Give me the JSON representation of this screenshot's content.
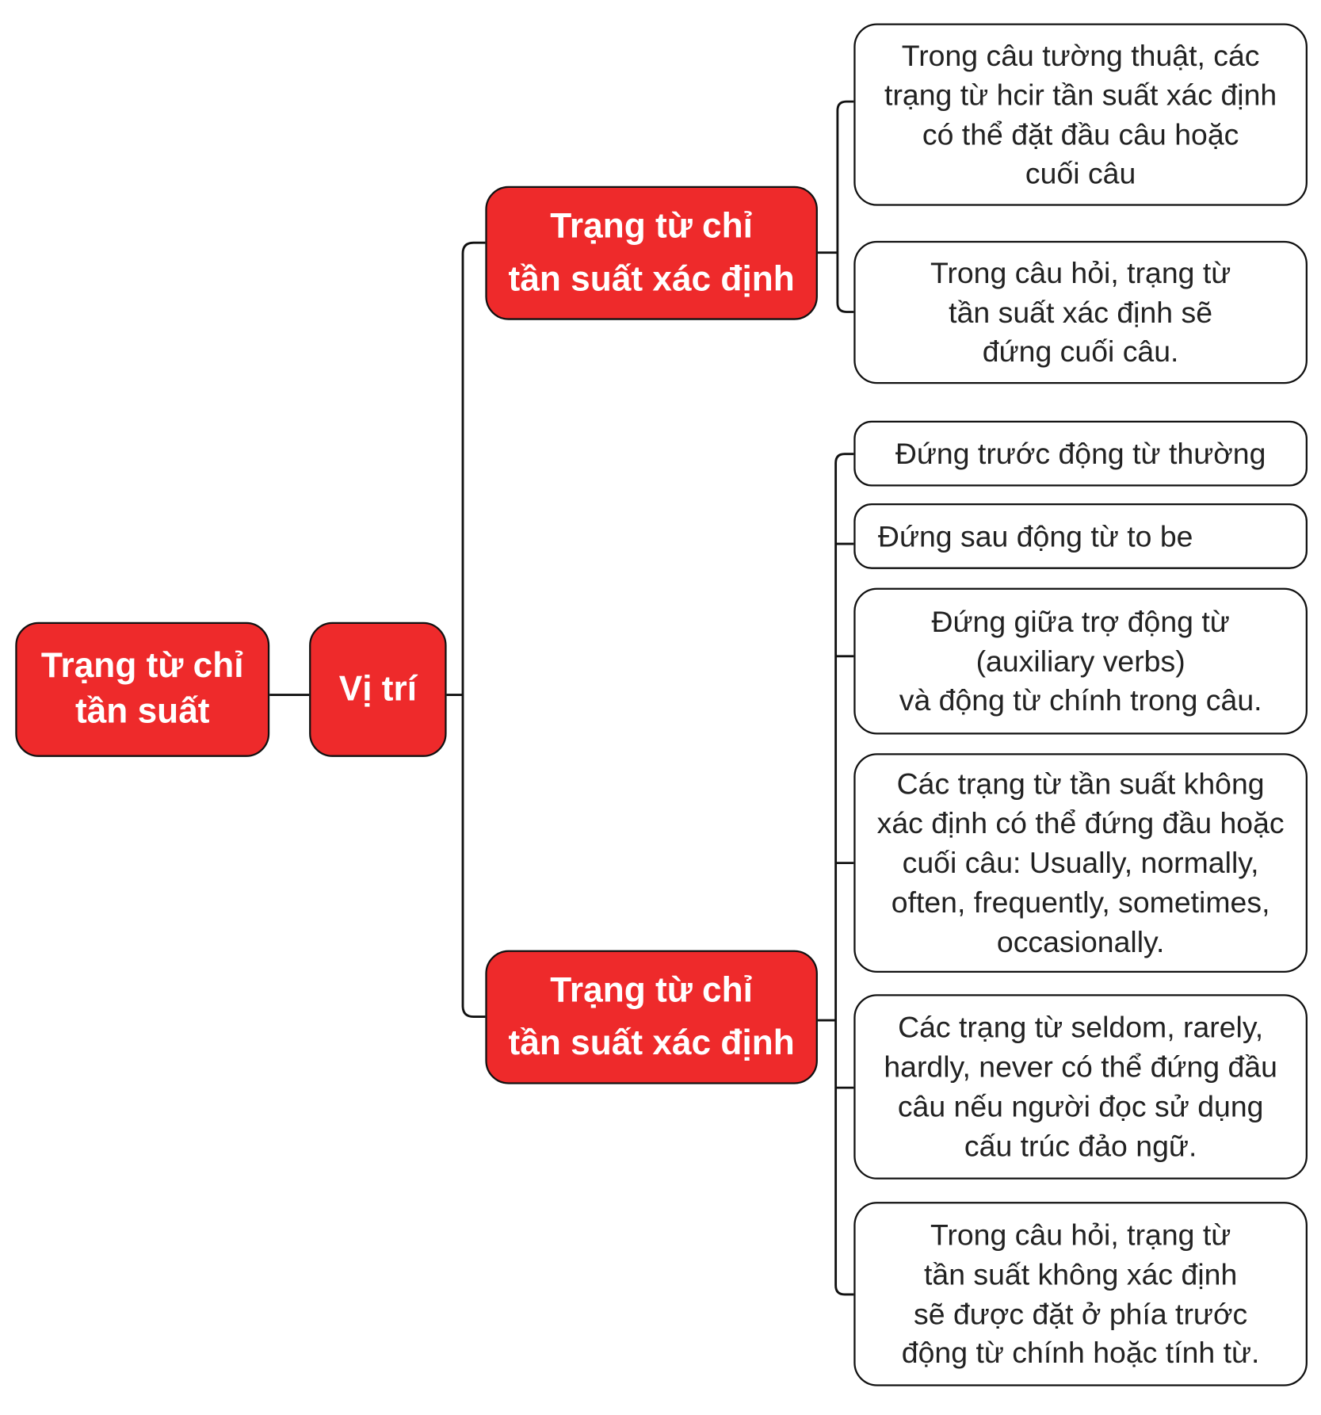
{
  "root": {
    "label": "Trạng từ chỉ\ntần suất"
  },
  "position": {
    "label": "Vị trí"
  },
  "branches": [
    {
      "label": "Trạng từ chỉ\ntần suất xác định",
      "leaves": [
        "Trong câu tường thuật, các\ntrạng từ hcir tần suất xác định\ncó thể đặt đầu câu hoặc\ncuối câu",
        "Trong câu hỏi, trạng từ\ntần suất xác định sẽ\nđứng cuối câu."
      ]
    },
    {
      "label": "Trạng từ chỉ\ntần suất xác định",
      "leaves": [
        "Đứng trước động từ thường",
        "Đứng sau động từ to be",
        "Đứng giữa trợ động từ\n(auxiliary verbs)\nvà động từ chính trong câu.",
        "Các trạng từ tần suất không\nxác định có thể đứng đầu hoặc\ncuối câu: Usually, normally,\noften, frequently, sometimes,\noccasionally.",
        "Các trạng từ seldom, rarely,\nhardly, never có thể đứng đầu\ncâu nếu người đọc sử dụng\ncấu trúc đảo ngữ.",
        "Trong câu hỏi, trạng từ\ntần suất không xác định\nsẽ được đặt ở phía trước\nđộng từ chính hoặc tính từ."
      ]
    }
  ],
  "colors": {
    "node": "#ee2a2b",
    "line": "#111111"
  }
}
